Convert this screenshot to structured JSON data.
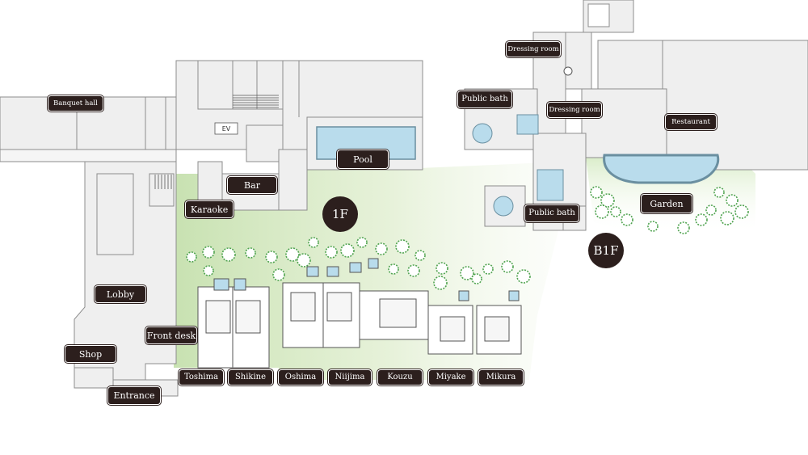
{
  "floors": {
    "upper": "1F",
    "lower": "B1F"
  },
  "labels": {
    "banquet_hall": "Banquet hall",
    "ev": "EV",
    "pool": "Pool",
    "bar": "Bar",
    "karaoke": "Karaoke",
    "lobby": "Lobby",
    "front_desk": "Front desk",
    "shop": "Shop",
    "entrance": "Entrance",
    "dressing_room_top": "Dressing room",
    "dressing_room_mid": "Dressing room",
    "public_bath_top": "Public bath",
    "public_bath_bottom": "Public bath",
    "restaurant": "Restaurant",
    "garden": "Garden"
  },
  "rooms": [
    "Toshima",
    "Shikine",
    "Oshima",
    "Niijima",
    "Kouzu",
    "Miyake",
    "Mikura"
  ],
  "colors": {
    "label_bg": "#2c1f1d",
    "building_fill": "#efefef",
    "wall_stroke": "#8c8c8c",
    "water_fill": "#b9dcec",
    "green_area": "#cfe6b8",
    "plant": "#4fa34f"
  }
}
